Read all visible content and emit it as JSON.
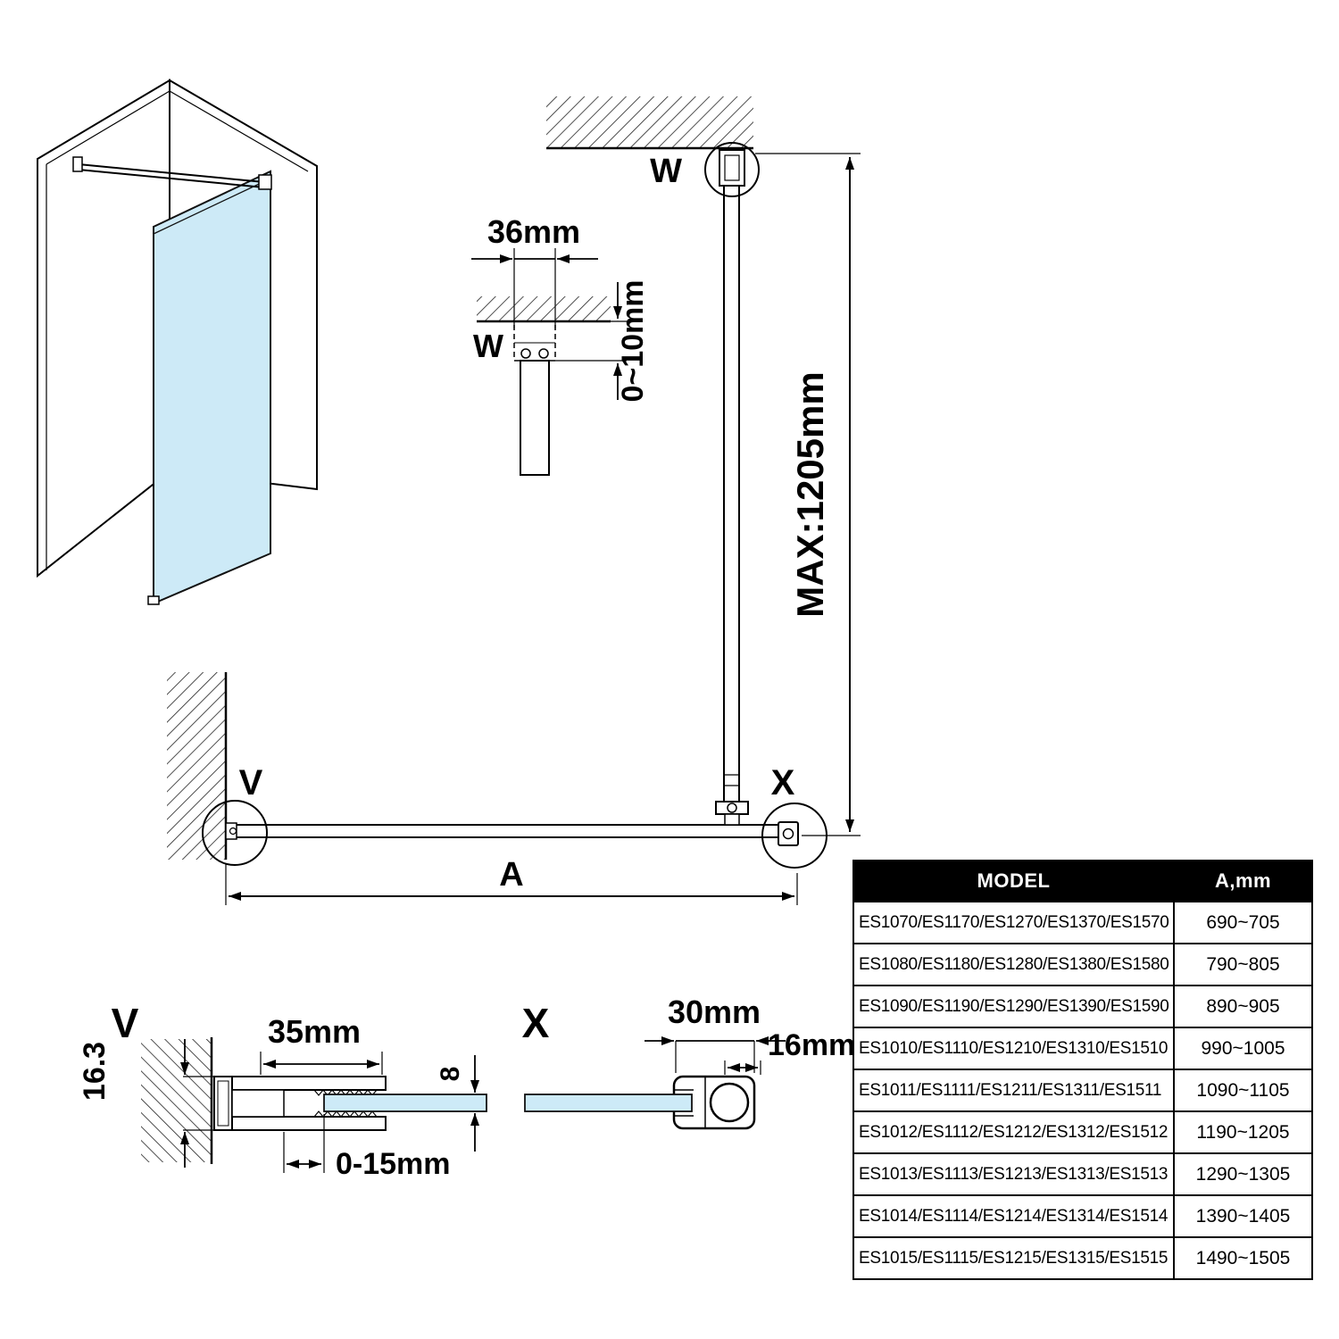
{
  "colors": {
    "glass": "#cdeaf7",
    "line": "#000000",
    "table_header_bg": "#000000",
    "table_header_text": "#ffffff"
  },
  "labels": {
    "w_ceiling": "W",
    "w_section": "W",
    "v_callout": "V",
    "x_callout": "X",
    "v_section": "V",
    "x_section": "X"
  },
  "dimensions": {
    "bracket_width": "36mm",
    "ceiling_gap": "0~10mm",
    "max_height": "MAX:1205mm",
    "width_a": "A",
    "profile_height": "16.3",
    "profile_width": "35mm",
    "adjust_range": "0-15mm",
    "bar_width": "30mm",
    "bar_cap": "16mm",
    "glass_thickness": "8"
  },
  "table": {
    "headers": [
      "MODEL",
      "A,mm"
    ],
    "rows": [
      {
        "model": "ES1070/ES1170/ES1270/ES1370/ES1570",
        "a_mm": "690~705"
      },
      {
        "model": "ES1080/ES1180/ES1280/ES1380/ES1580",
        "a_mm": "790~805"
      },
      {
        "model": "ES1090/ES1190/ES1290/ES1390/ES1590",
        "a_mm": "890~905"
      },
      {
        "model": "ES1010/ES1110/ES1210/ES1310/ES1510",
        "a_mm": "990~1005"
      },
      {
        "model": "ES1011/ES1111/ES1211/ES1311/ES1511",
        "a_mm": "1090~1105"
      },
      {
        "model": "ES1012/ES1112/ES1212/ES1312/ES1512",
        "a_mm": "1190~1205"
      },
      {
        "model": "ES1013/ES1113/ES1213/ES1313/ES1513",
        "a_mm": "1290~1305"
      },
      {
        "model": "ES1014/ES1114/ES1214/ES1314/ES1514",
        "a_mm": "1390~1405"
      },
      {
        "model": "ES1015/ES1115/ES1215/ES1315/ES1515",
        "a_mm": "1490~1505"
      }
    ]
  }
}
